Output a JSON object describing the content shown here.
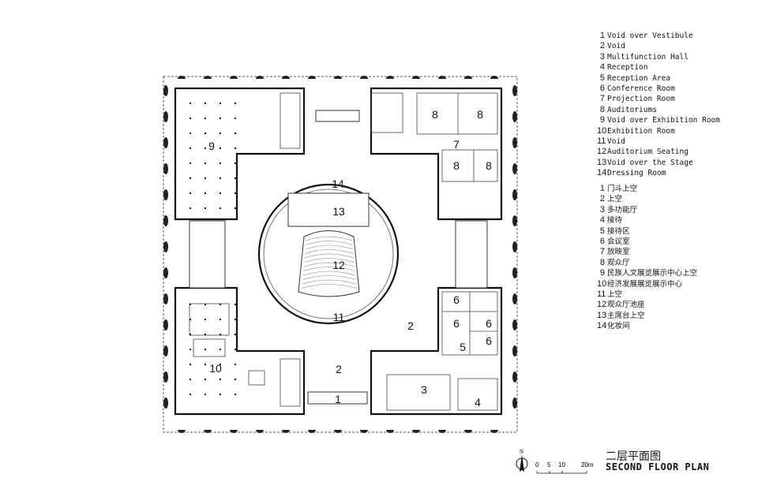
{
  "legend_en": [
    {
      "n": "1",
      "t": "Void over Vestibule"
    },
    {
      "n": "2",
      "t": "Void"
    },
    {
      "n": "3",
      "t": "Multifunction Hall"
    },
    {
      "n": "4",
      "t": "Reception"
    },
    {
      "n": "5",
      "t": "Reception Area"
    },
    {
      "n": "6",
      "t": "Conference Room"
    },
    {
      "n": "7",
      "t": "Projection Room"
    },
    {
      "n": "8",
      "t": "Auditoriums"
    },
    {
      "n": "9",
      "t": "Void over Exhibition Room"
    },
    {
      "n": "10",
      "t": "Exhibition Room"
    },
    {
      "n": "11",
      "t": "Void"
    },
    {
      "n": "12",
      "t": "Auditorium Seating"
    },
    {
      "n": "13",
      "t": "Void over the Stage"
    },
    {
      "n": "14",
      "t": "Dressing Room"
    }
  ],
  "legend_cn": [
    {
      "n": "1",
      "t": "门斗上空"
    },
    {
      "n": "2",
      "t": "上空"
    },
    {
      "n": "3",
      "t": "多功能厅"
    },
    {
      "n": "4",
      "t": "接待"
    },
    {
      "n": "5",
      "t": "接待区"
    },
    {
      "n": "6",
      "t": "会议室"
    },
    {
      "n": "7",
      "t": "放映室"
    },
    {
      "n": "8",
      "t": "观众厅"
    },
    {
      "n": "9",
      "t": "民族人文展览展示中心上空"
    },
    {
      "n": "10",
      "t": "经济发展展览展示中心"
    },
    {
      "n": "11",
      "t": "上空"
    },
    {
      "n": "12",
      "t": "观众厅池座"
    },
    {
      "n": "13",
      "t": "主席台上空"
    },
    {
      "n": "14",
      "t": "化妆间"
    }
  ],
  "plan_labels": [
    "9",
    "8",
    "8",
    "7",
    "8",
    "8",
    "14",
    "13",
    "12",
    "11",
    "2",
    "6",
    "6",
    "6",
    "6",
    "5",
    "2",
    "3",
    "1",
    "4",
    "10"
  ],
  "north": "N",
  "scale": [
    "0",
    "5",
    "10",
    "20m"
  ],
  "title_cn": "二层平面图",
  "title_en": "SECOND FLOOR PLAN"
}
